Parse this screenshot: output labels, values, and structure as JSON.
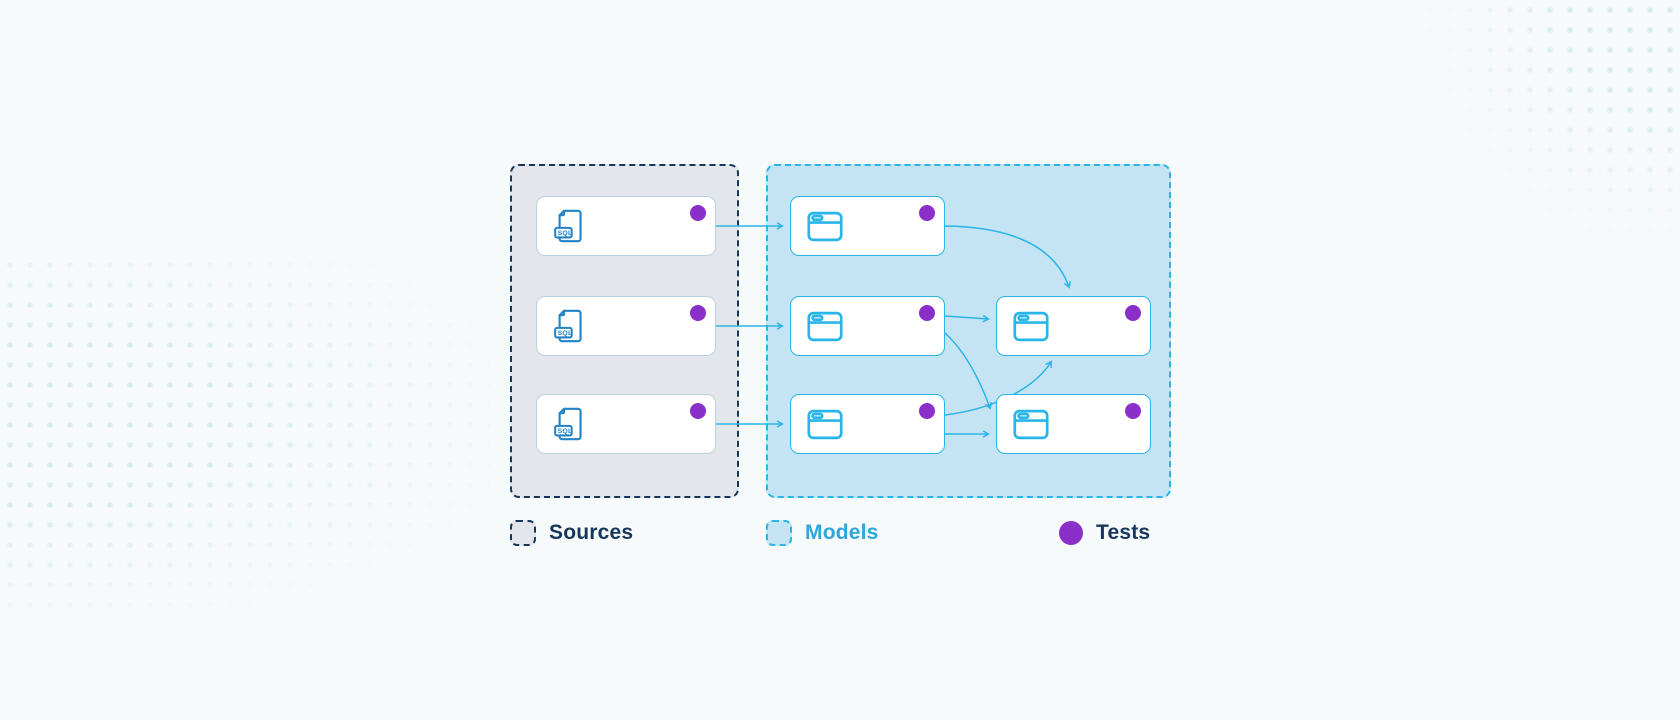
{
  "colors": {
    "bg": "#f7fafb",
    "dot": "#d9edf0",
    "navy": "#16365c",
    "cyan": "#29b5e8",
    "cyan-text": "#2ba7de",
    "purple": "#8b2fc9",
    "sources-fill": "#e3e6ea",
    "models-fill": "#c5e4f3",
    "source-icon": "#2383c4",
    "source-node-border": "#b9d2e0",
    "node-bg": "#ffffff"
  },
  "icons": {
    "sql_label": "SQL"
  },
  "legend": {
    "sources_label": "Sources",
    "models_label": "Models",
    "tests_label": "Tests"
  },
  "diagram": {
    "type": "lineage-dag",
    "groups": [
      {
        "id": "sources",
        "label": "Sources",
        "node_icon": "sql-file",
        "border_style": "dashed-navy",
        "fill": "#e3e6ea",
        "nodes": [
          "source-1",
          "source-2",
          "source-3"
        ]
      },
      {
        "id": "models",
        "label": "Models",
        "node_icon": "table",
        "border_style": "dashed-cyan",
        "fill": "#c5e4f3",
        "nodes": [
          "model-1",
          "model-2",
          "model-3",
          "model-4",
          "model-5"
        ]
      }
    ],
    "nodes": [
      {
        "id": "source-1",
        "group": "sources",
        "icon": "sql-file",
        "has_test": true
      },
      {
        "id": "source-2",
        "group": "sources",
        "icon": "sql-file",
        "has_test": true
      },
      {
        "id": "source-3",
        "group": "sources",
        "icon": "sql-file",
        "has_test": true
      },
      {
        "id": "model-1",
        "group": "models",
        "icon": "table",
        "has_test": true
      },
      {
        "id": "model-2",
        "group": "models",
        "icon": "table",
        "has_test": true
      },
      {
        "id": "model-3",
        "group": "models",
        "icon": "table",
        "has_test": true
      },
      {
        "id": "model-4",
        "group": "models",
        "icon": "table",
        "has_test": true
      },
      {
        "id": "model-5",
        "group": "models",
        "icon": "table",
        "has_test": true
      }
    ],
    "edges": [
      {
        "from": "source-1",
        "to": "model-1"
      },
      {
        "from": "source-2",
        "to": "model-2"
      },
      {
        "from": "source-3",
        "to": "model-3"
      },
      {
        "from": "model-1",
        "to": "model-4"
      },
      {
        "from": "model-2",
        "to": "model-4"
      },
      {
        "from": "model-2",
        "to": "model-5"
      },
      {
        "from": "model-3",
        "to": "model-4"
      },
      {
        "from": "model-3",
        "to": "model-5"
      }
    ]
  }
}
